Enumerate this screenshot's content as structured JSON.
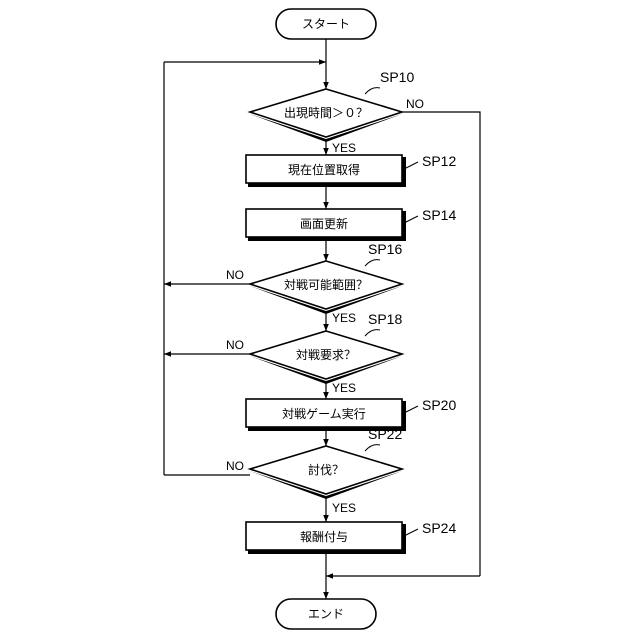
{
  "flowchart": {
    "start": "スタート",
    "end": "エンド",
    "steps": {
      "sp10": {
        "id": "SP10",
        "text": "出現時間＞０？"
      },
      "sp12": {
        "id": "SP12",
        "text": "現在位置取得"
      },
      "sp14": {
        "id": "SP14",
        "text": "画面更新"
      },
      "sp16": {
        "id": "SP16",
        "text": "対戦可能範囲？"
      },
      "sp18": {
        "id": "SP18",
        "text": "対戦要求？"
      },
      "sp20": {
        "id": "SP20",
        "text": "対戦ゲーム実行"
      },
      "sp22": {
        "id": "SP22",
        "text": "討伐？"
      },
      "sp24": {
        "id": "SP24",
        "text": "報酬付与"
      }
    },
    "labels": {
      "yes": "YES",
      "no": "NO"
    }
  }
}
